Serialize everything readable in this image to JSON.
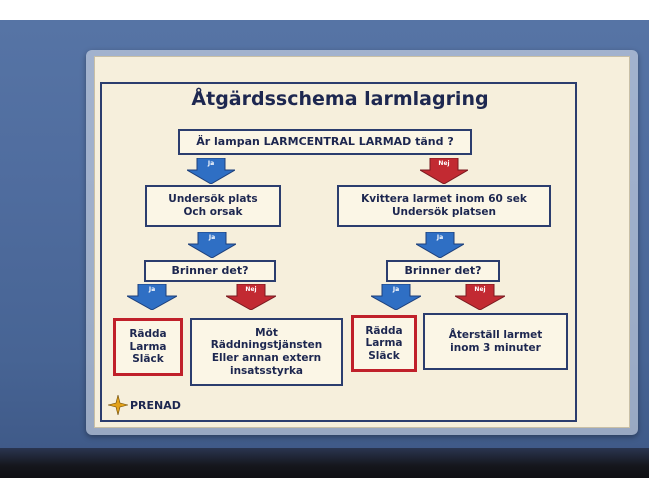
{
  "poster": {
    "title": "Åtgärdsschema larmlagring",
    "question": "Är lampan LARMCENTRAL LARMAD tänd ?",
    "left_step": "Undersök plats\nOch orsak",
    "right_step": "Kvittera larmet inom 60 sek\nUndersök platsen",
    "left_question": "Brinner det?",
    "right_question": "Brinner det?",
    "left_yes_action": "Rädda\nLarma\nSläck",
    "left_no_action": "Möt\nRäddningstjänsten\nEller annan extern\ninsatsstyrka",
    "right_yes_action": "Rädda\nLarma\nSläck",
    "right_no_action": "Återställ larmet\ninom 3 minuter",
    "yes_label": "Ja",
    "no_label": "Nej",
    "logo_text": "PRENAD"
  },
  "colors": {
    "yes_arrow": "#2f6fc4",
    "no_arrow": "#c22a32",
    "border": "#2b3d6e",
    "paper": "#f6efdc"
  }
}
